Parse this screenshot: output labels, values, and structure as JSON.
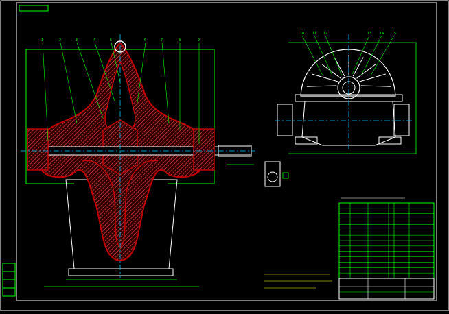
{
  "drawing": {
    "tag_top_left": "",
    "colors": {
      "background": "#000000",
      "outline": "#ffffff",
      "section": "#c00000",
      "hatch": "#ff4040",
      "dimension": "#00ff00",
      "leader": "#00ff00",
      "centerline": "#00c8ff",
      "table": "#00ff00",
      "title_text": "#ffffff",
      "notes": "#ffff00"
    },
    "main_view": {
      "balloons": [
        "1",
        "2",
        "3",
        "4",
        "5",
        "6",
        "7",
        "8",
        "9"
      ],
      "dim_left": "",
      "dim_right": "",
      "dim_bottom_1": "",
      "dim_bottom_2": "",
      "label_shaft": "",
      "label_base": ""
    },
    "side_view": {
      "balloons": [
        "10",
        "11",
        "12",
        "13",
        "14",
        "15"
      ],
      "label_top": "",
      "label_left": "",
      "label_right": ""
    },
    "detail": {
      "label": ""
    },
    "spec_line": "",
    "notes": {
      "heading": "",
      "lines": [
        "",
        "",
        ""
      ]
    },
    "title_block": {
      "title": "",
      "rows": 14
    }
  }
}
